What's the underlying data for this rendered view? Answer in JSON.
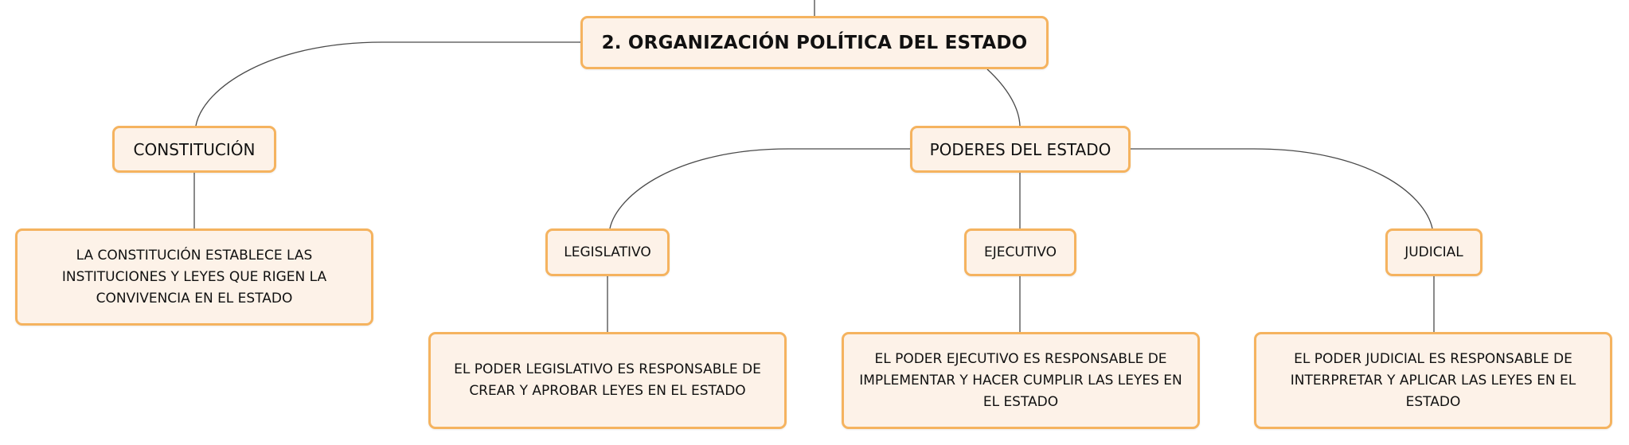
{
  "root": {
    "label": "2. ORGANIZACIÓN POLÍTICA DEL ESTADO"
  },
  "constitucion": {
    "label": "CONSTITUCIÓN",
    "description": "LA CONSTITUCIÓN ESTABLECE LAS INSTITUCIONES Y LEYES QUE RIGEN LA CONVIVENCIA EN EL ESTADO"
  },
  "poderes": {
    "label": "PODERES DEL ESTADO",
    "legislativo": {
      "label": "LEGISLATIVO",
      "description": "EL PODER LEGISLATIVO ES RESPONSABLE DE CREAR Y APROBAR LEYES EN EL ESTADO"
    },
    "ejecutivo": {
      "label": "EJECUTIVO",
      "description": "EL PODER EJECUTIVO ES RESPONSABLE DE IMPLEMENTAR Y HACER CUMPLIR LAS LEYES EN EL ESTADO"
    },
    "judicial": {
      "label": "JUDICIAL",
      "description": "EL PODER JUDICIAL ES RESPONSABLE DE INTERPRETAR Y APLICAR LAS LEYES EN EL ESTADO"
    }
  },
  "colors": {
    "node_fill": "#fdf2e8",
    "node_border": "#f5b35f",
    "connector": "#4a4a4a"
  }
}
